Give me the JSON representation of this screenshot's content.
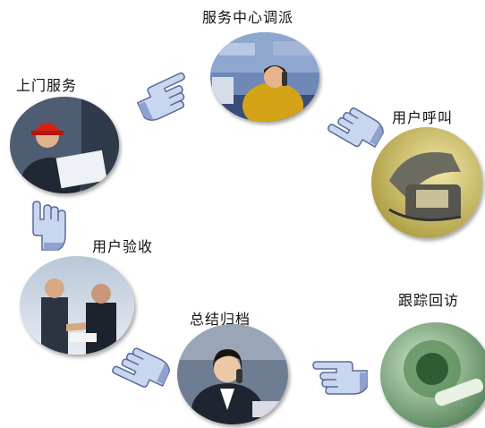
{
  "steps": {
    "dispatch": {
      "label": "服务中心调派",
      "icon": "call-center-operator-photo"
    },
    "user_call": {
      "label": "用户呼叫",
      "icon": "telephone-photo"
    },
    "follow_up": {
      "label": "跟踪回访",
      "icon": "phone-handset-photo"
    },
    "summary": {
      "label": "总结归档",
      "icon": "operator-headset-photo"
    },
    "acceptance": {
      "label": "用户验收",
      "icon": "handshake-photo"
    },
    "onsite": {
      "label": "上门服务",
      "icon": "technician-hardhat-photo"
    }
  },
  "colors": {
    "hand_fill": "#c9d6ef",
    "hand_stroke": "#5a6b9a",
    "hand_shade": "#8fa2cf"
  }
}
